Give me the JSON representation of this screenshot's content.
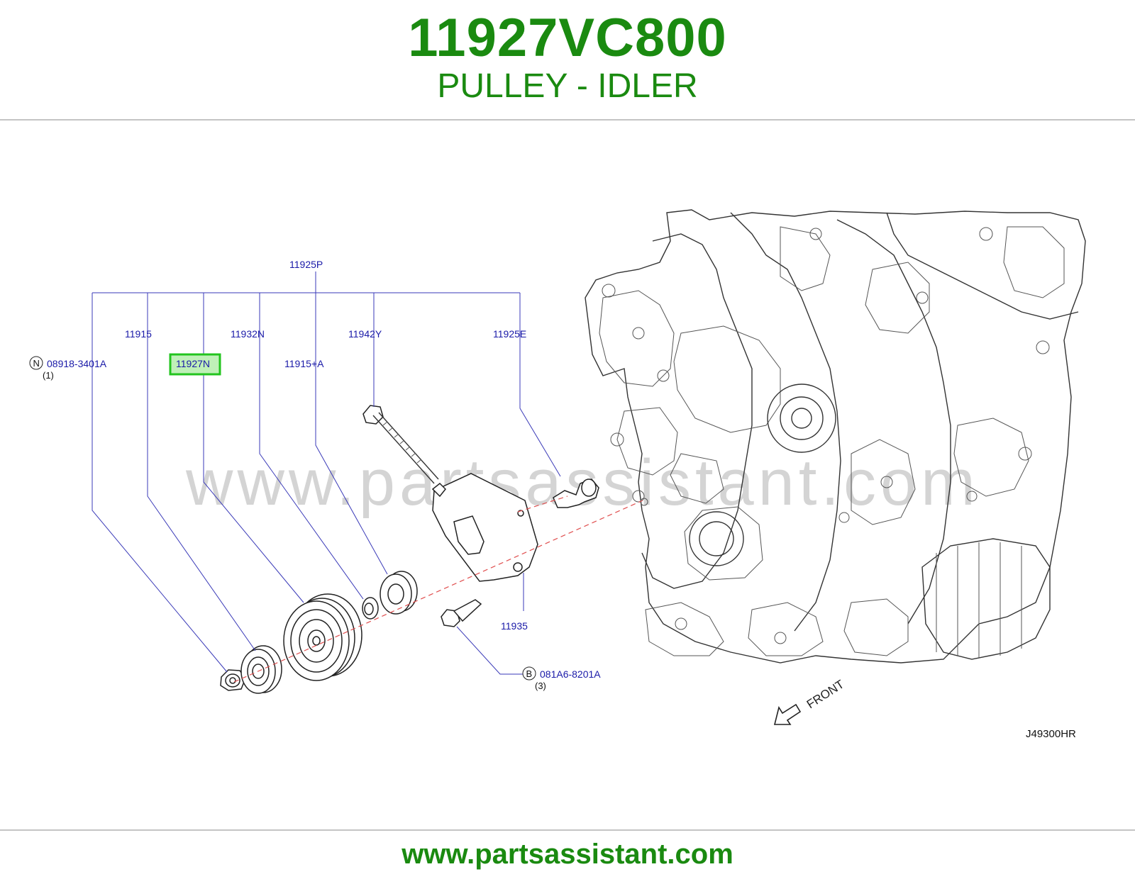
{
  "header": {
    "part_number": "11927VC800",
    "part_name": "PULLEY - IDLER"
  },
  "diagram": {
    "callouts": {
      "c_11925p": "11925P",
      "c_11915": "11915",
      "c_11932n": "11932N",
      "c_11942y": "11942Y",
      "c_11925e": "11925E",
      "c_11927n": "11927N",
      "c_11915a": "11915+A",
      "c_08918": "08918-3401A",
      "c_08918_qty": "(1)",
      "c_08918_prefix": "N",
      "c_11935": "11935",
      "c_081a6": "081A6-8201A",
      "c_081a6_qty": "(3)",
      "c_081a6_prefix": "B"
    },
    "front_label": "FRONT",
    "diagram_code": "J49300HR",
    "watermark": "www.partsassistant.com",
    "highlight_color": "#22c41e",
    "label_color": "#1a1aa8"
  },
  "footer": {
    "url": "www.partsassistant.com"
  }
}
